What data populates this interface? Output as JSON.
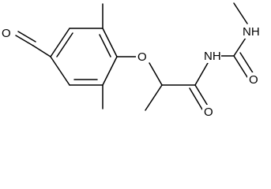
{
  "molecule": {
    "atoms": {
      "aldehyde_oxygen": "O",
      "ether_oxygen": "O",
      "imide_nitrogen": "NH",
      "methylamino_nitrogen": "NH",
      "carbonyl_oxygen": "O",
      "urea_oxygen": "O"
    },
    "colors": {
      "bond": "#000000",
      "label": "#000000",
      "background": "#ffffff"
    }
  }
}
